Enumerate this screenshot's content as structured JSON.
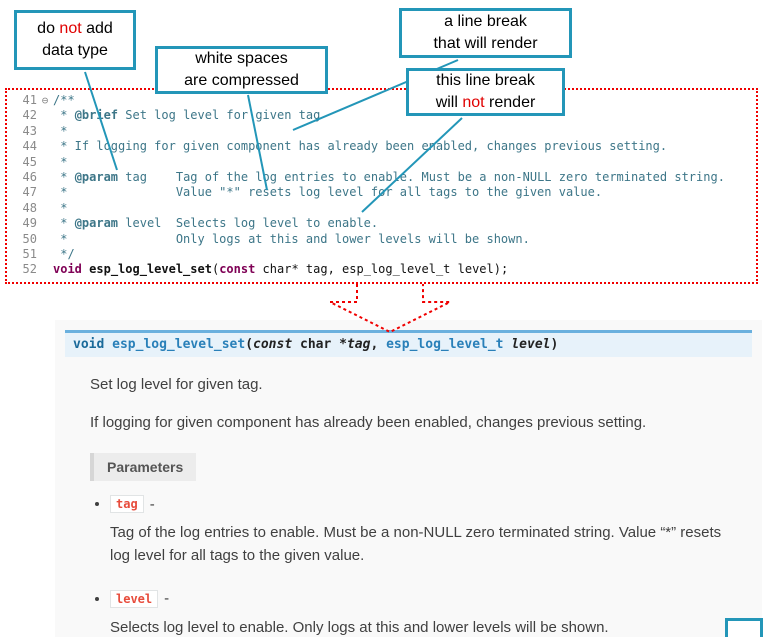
{
  "colors": {
    "callout_border": "#2396b8",
    "annotation_red": "#e00000",
    "code_block_border": "#f00000",
    "comment_text": "#3d7688",
    "keyword_text": "#7f0055",
    "signature_background": "#e7f2fa",
    "signature_top_border": "#6ab0de",
    "param_literal_red": "#e74c3c"
  },
  "callouts": {
    "datatype": {
      "line1": [
        {
          "t": "do "
        },
        {
          "t": "not",
          "c": "red"
        },
        {
          "t": " add"
        }
      ],
      "line2": [
        {
          "t": "data type"
        }
      ]
    },
    "whitespace": {
      "line1": [
        {
          "t": "white spaces"
        }
      ],
      "line2": [
        {
          "t": "are compressed"
        }
      ]
    },
    "break_render": {
      "line1": [
        {
          "t": "a line break"
        }
      ],
      "line2": [
        {
          "t": "that will render"
        }
      ]
    },
    "break_norender": {
      "line1": [
        {
          "t": "this line break"
        }
      ],
      "line2": [
        {
          "t": "will "
        },
        {
          "t": "not",
          "c": "red"
        },
        {
          "t": " render"
        }
      ]
    }
  },
  "editor": {
    "lines": [
      {
        "num": "41",
        "fold": "⊖",
        "segs": [
          {
            "t": "/**",
            "c": "cm"
          }
        ]
      },
      {
        "num": "42",
        "fold": "",
        "segs": [
          {
            "t": " * ",
            "c": "cm"
          },
          {
            "t": "@brief",
            "c": "cmtag"
          },
          {
            "t": " Set log level for given tag",
            "c": "cm"
          }
        ]
      },
      {
        "num": "43",
        "fold": "",
        "segs": [
          {
            "t": " *",
            "c": "cm"
          }
        ]
      },
      {
        "num": "44",
        "fold": "",
        "segs": [
          {
            "t": " * If logging for given component has already been enabled, changes previous setting.",
            "c": "cm"
          }
        ]
      },
      {
        "num": "45",
        "fold": "",
        "segs": [
          {
            "t": " *",
            "c": "cm"
          }
        ]
      },
      {
        "num": "46",
        "fold": "",
        "segs": [
          {
            "t": " * ",
            "c": "cm"
          },
          {
            "t": "@param",
            "c": "cmtag"
          },
          {
            "t": " tag    Tag of the log entries to enable. Must be a non-NULL zero terminated string.",
            "c": "cm"
          }
        ]
      },
      {
        "num": "47",
        "fold": "",
        "segs": [
          {
            "t": " *               Value \"*\" resets log level for all tags to the given value.",
            "c": "cm"
          }
        ]
      },
      {
        "num": "48",
        "fold": "",
        "segs": [
          {
            "t": " *",
            "c": "cm"
          }
        ]
      },
      {
        "num": "49",
        "fold": "",
        "segs": [
          {
            "t": " * ",
            "c": "cm"
          },
          {
            "t": "@param",
            "c": "cmtag"
          },
          {
            "t": " level  Selects log level to enable.",
            "c": "cm"
          }
        ]
      },
      {
        "num": "50",
        "fold": "",
        "segs": [
          {
            "t": " *               Only logs at this and lower levels will be shown.",
            "c": "cm"
          }
        ]
      },
      {
        "num": "51",
        "fold": "",
        "segs": [
          {
            "t": " */",
            "c": "cm"
          }
        ]
      },
      {
        "num": "52",
        "fold": "",
        "segs": [
          {
            "t": "void",
            "c": "kw"
          },
          {
            "t": " ",
            "c": "plain"
          },
          {
            "t": "esp_log_level_set",
            "c": "fn"
          },
          {
            "t": "(",
            "c": "plain"
          },
          {
            "t": "const",
            "c": "kw"
          },
          {
            "t": " char* tag, esp_log_level_t level);",
            "c": "plain"
          }
        ]
      }
    ]
  },
  "docs": {
    "signature": {
      "tokens": [
        {
          "t": "void ",
          "c": "skw"
        },
        {
          "t": "esp_log_level_set",
          "c": "sname"
        },
        {
          "t": "(",
          "c": "spunct"
        },
        {
          "t": "const",
          "c": "sconst"
        },
        {
          "t": " char *",
          "c": "spunct"
        },
        {
          "t": "tag",
          "c": "sparam"
        },
        {
          "t": ", ",
          "c": "spunct"
        },
        {
          "t": "esp_log_level_t ",
          "c": "stype"
        },
        {
          "t": "level",
          "c": "sparam"
        },
        {
          "t": ")",
          "c": "spunct"
        }
      ]
    },
    "brief": "Set log level for given tag.",
    "description": "If logging for given component has already been enabled, changes previous setting.",
    "parameters_label": "Parameters",
    "params": [
      {
        "name": "tag",
        "sep": "-",
        "desc": "Tag of the log entries to enable. Must be a non-NULL zero terminated string. Value “*” resets log level for all tags to the given value."
      },
      {
        "name": "level",
        "sep": "-",
        "desc": "Selects log level to enable. Only logs at this and lower levels will be shown."
      }
    ]
  }
}
